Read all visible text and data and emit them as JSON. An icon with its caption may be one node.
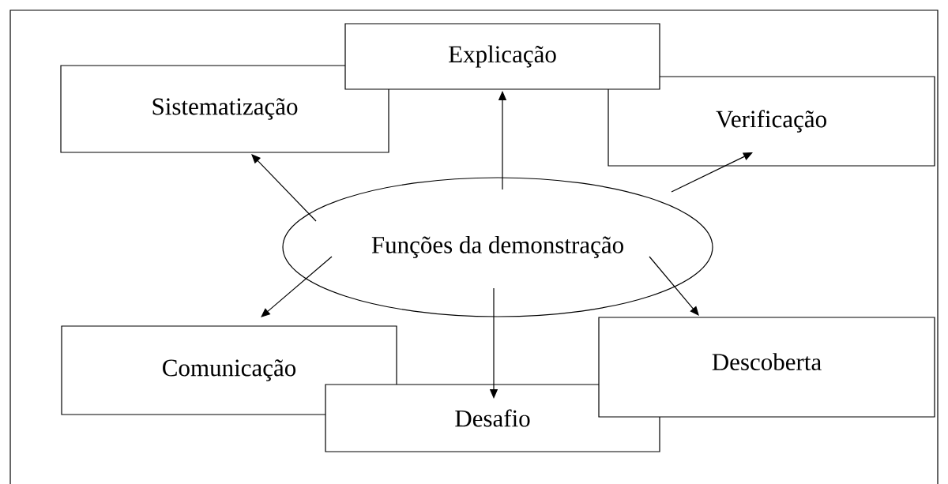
{
  "diagram": {
    "nodes": [
      {
        "text": [
          "Funções da demonstração"
        ]
      },
      {
        "text": [
          "Explicação"
        ]
      },
      {
        "text": [
          "Sistematização"
        ]
      },
      {
        "text": [
          "Verificação"
        ]
      },
      {
        "text": [
          "Comunicação"
        ]
      },
      {
        "text": [
          "Desafio"
        ]
      },
      {
        "text": [
          "Descoberta"
        ]
      }
    ],
    "edges": [
      {
        "from": 0,
        "to": 1,
        "arrow": "to"
      },
      {
        "from": 0,
        "to": 2,
        "arrow": "to"
      },
      {
        "from": 0,
        "to": 3,
        "arrow": "to"
      },
      {
        "from": 0,
        "to": 4,
        "arrow": "to"
      },
      {
        "from": 0,
        "to": 5,
        "arrow": "to"
      },
      {
        "from": 0,
        "to": 6,
        "arrow": "to"
      }
    ]
  }
}
